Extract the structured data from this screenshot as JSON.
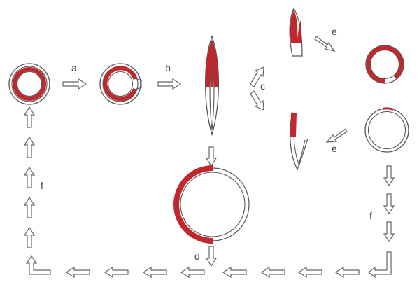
{
  "colors": {
    "dna_red": "#c0282d",
    "dna_white": "#ffffff",
    "outline": "#555555",
    "arrow_outline": "#666666",
    "background": "#ffffff"
  },
  "labels": {
    "a": "a",
    "b": "b",
    "c": "c",
    "d": "d",
    "e_top": "e",
    "e_bottom": "e",
    "f_left": "f",
    "f_right": "f"
  },
  "icons": {
    "arrow": "hollow-block-arrow",
    "corner_arrow": "hollow-corner-arrow"
  }
}
